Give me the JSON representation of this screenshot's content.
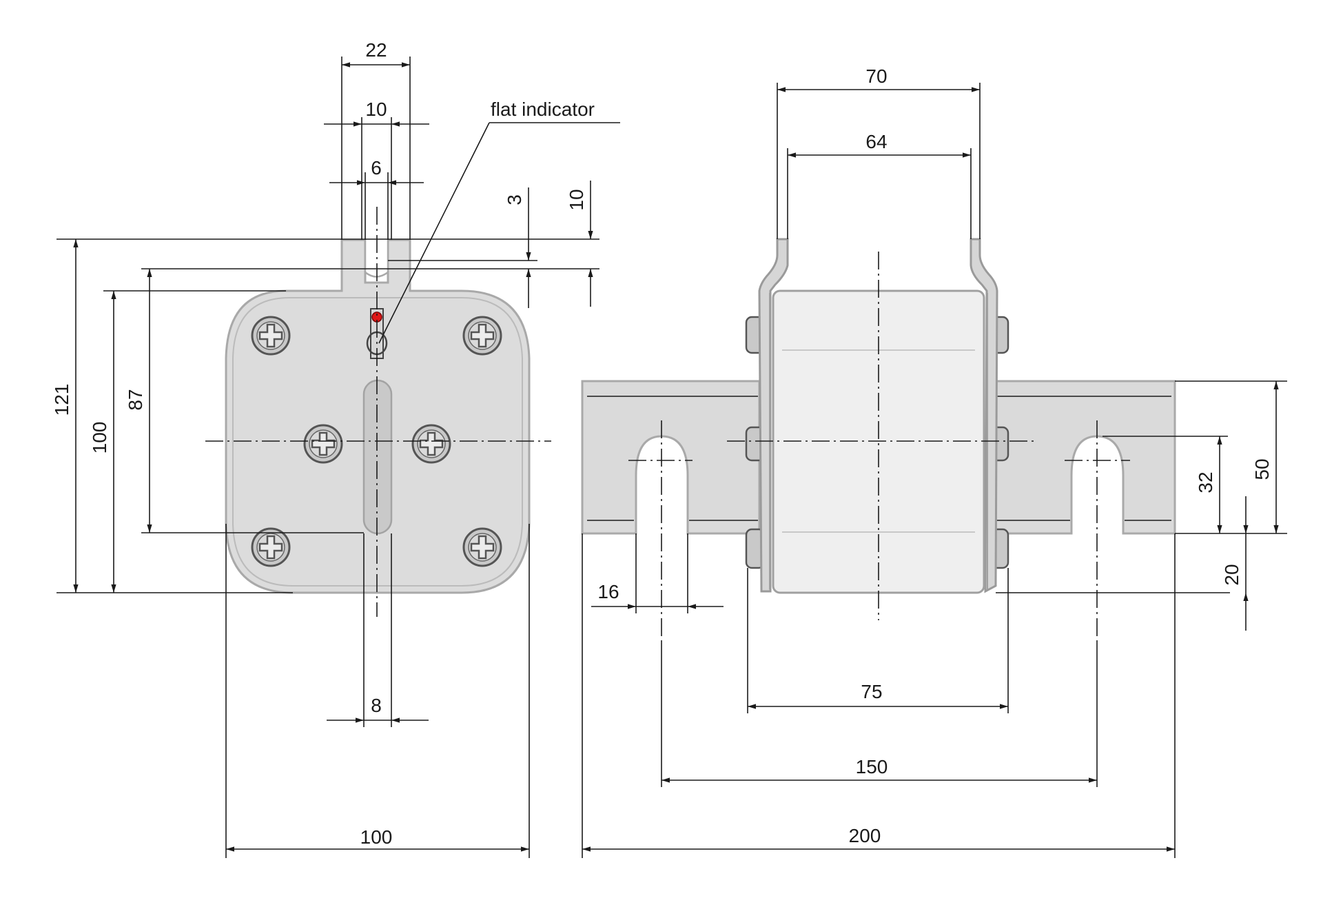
{
  "labels": {
    "flat_indicator": "flat indicator"
  },
  "front_view": {
    "dimensions": {
      "width_top_tab_outer": "22",
      "width_top_tab_mid": "10",
      "width_top_slot": "6",
      "height_tab_3": "3",
      "height_tab_10": "10",
      "height_total": "121",
      "height_body": "100",
      "height_screw_span": "87",
      "width_slot_bottom": "8",
      "width_body": "100"
    }
  },
  "side_view": {
    "dimensions": {
      "width_outer_top": "70",
      "width_inner_top": "64",
      "height_bar": "50",
      "height_slot_center": "32",
      "offset_bottom": "20",
      "slot_width": "16",
      "width_body_75": "75",
      "hole_spacing": "150",
      "total_length": "200"
    }
  },
  "colors": {
    "line": "#1a1a1a",
    "body_fill": "#dcdcdc",
    "indicator_red": "#e01818"
  }
}
